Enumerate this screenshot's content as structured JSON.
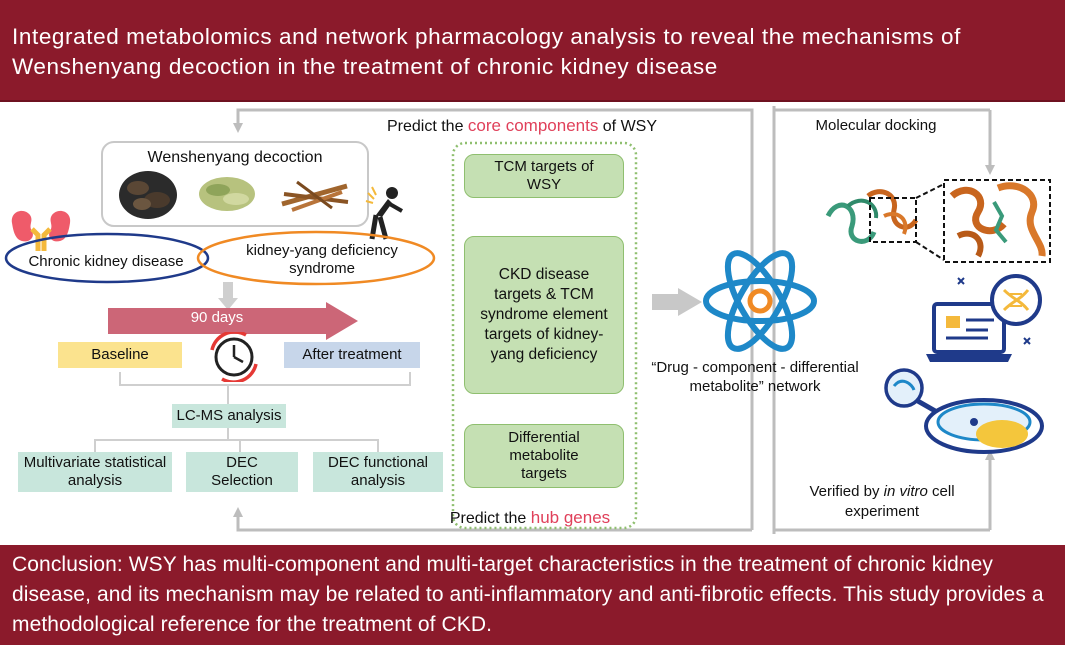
{
  "title": "Integrated metabolomics and network pharmacology analysis to reveal the mechanisms of Wenshenyang decoction in the treatment of chronic kidney disease",
  "decoction_label": "Wenshenyang decoction",
  "disease_label": "Chronic kidney disease",
  "syndrome_label": "kidney-yang deficiency syndrome",
  "timeline_label": "90 days",
  "baseline_label": "Baseline",
  "after_label": "After treatment",
  "lcms_label": "LC-MS analysis",
  "analyses": [
    "Multivariate statistical analysis",
    "DEC Selection",
    "DEC functional analysis"
  ],
  "predict_core_prefix": "Predict the",
  "predict_core_highlight": "core components",
  "predict_core_suffix": "of WSY",
  "predict_hub_prefix": "Predict the",
  "predict_hub_highlight": "hub genes",
  "targets": [
    "TCM targets of WSY",
    "CKD disease targets & TCM syndrome element targets of kidney-yang deficiency",
    "Differential metabolite targets"
  ],
  "network_label": "“Drug - component - differential metabolite” network",
  "docking_label": "Molecular docking",
  "verified_prefix": "Verified by",
  "verified_italic": "in vitro",
  "verified_suffix": "cell experiment",
  "conclusion": "Conclusion: WSY has multi-component and multi-target characteristics in the treatment of chronic kidney disease, and its mechanism may be related to anti-inflammatory and anti-fibrotic effects. This study provides a methodological reference for the treatment of CKD.",
  "colors": {
    "banner": "#8b1a2b",
    "highlight": "#e0405a",
    "timeline_arrow": "#cc6677",
    "baseline": "#fbe38e",
    "after": "#c7d6ea",
    "green_box": "#c5e0b3",
    "teal_box": "#c8e6dc",
    "atom": "#1e88c8",
    "orange": "#f08a24"
  }
}
